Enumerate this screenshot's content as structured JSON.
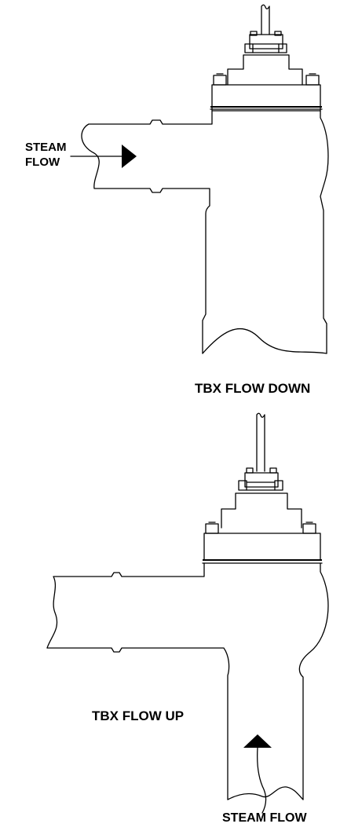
{
  "labels": {
    "top_steam": [
      "STEAM",
      "FLOW"
    ],
    "top_caption": "TBX FLOW DOWN",
    "bottom_caption": "TBX FLOW UP",
    "bottom_steam": "STEAM FLOW"
  },
  "colors": {
    "line": "#000000",
    "background": "#ffffff"
  }
}
